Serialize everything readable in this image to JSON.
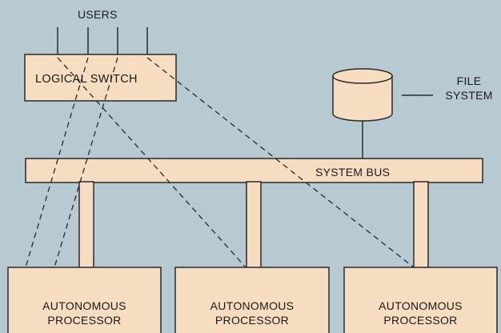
{
  "diagram": {
    "users_label": "USERS",
    "logical_switch_label": "LOGICAL SWITCH",
    "file_system_label_line1": "FILE",
    "file_system_label_line2": "SYSTEM",
    "system_bus_label": "SYSTEM BUS",
    "processors": [
      {
        "line1": "AUTONOMOUS",
        "line2": "PROCESSOR"
      },
      {
        "line1": "AUTONOMOUS",
        "line2": "PROCESSOR"
      },
      {
        "line1": "AUTONOMOUS",
        "line2": "PROCESSOR"
      }
    ],
    "colors": {
      "background": "#b7c9d1",
      "box_fill": "#f6dcc0",
      "stroke": "#2a2a2a"
    }
  }
}
